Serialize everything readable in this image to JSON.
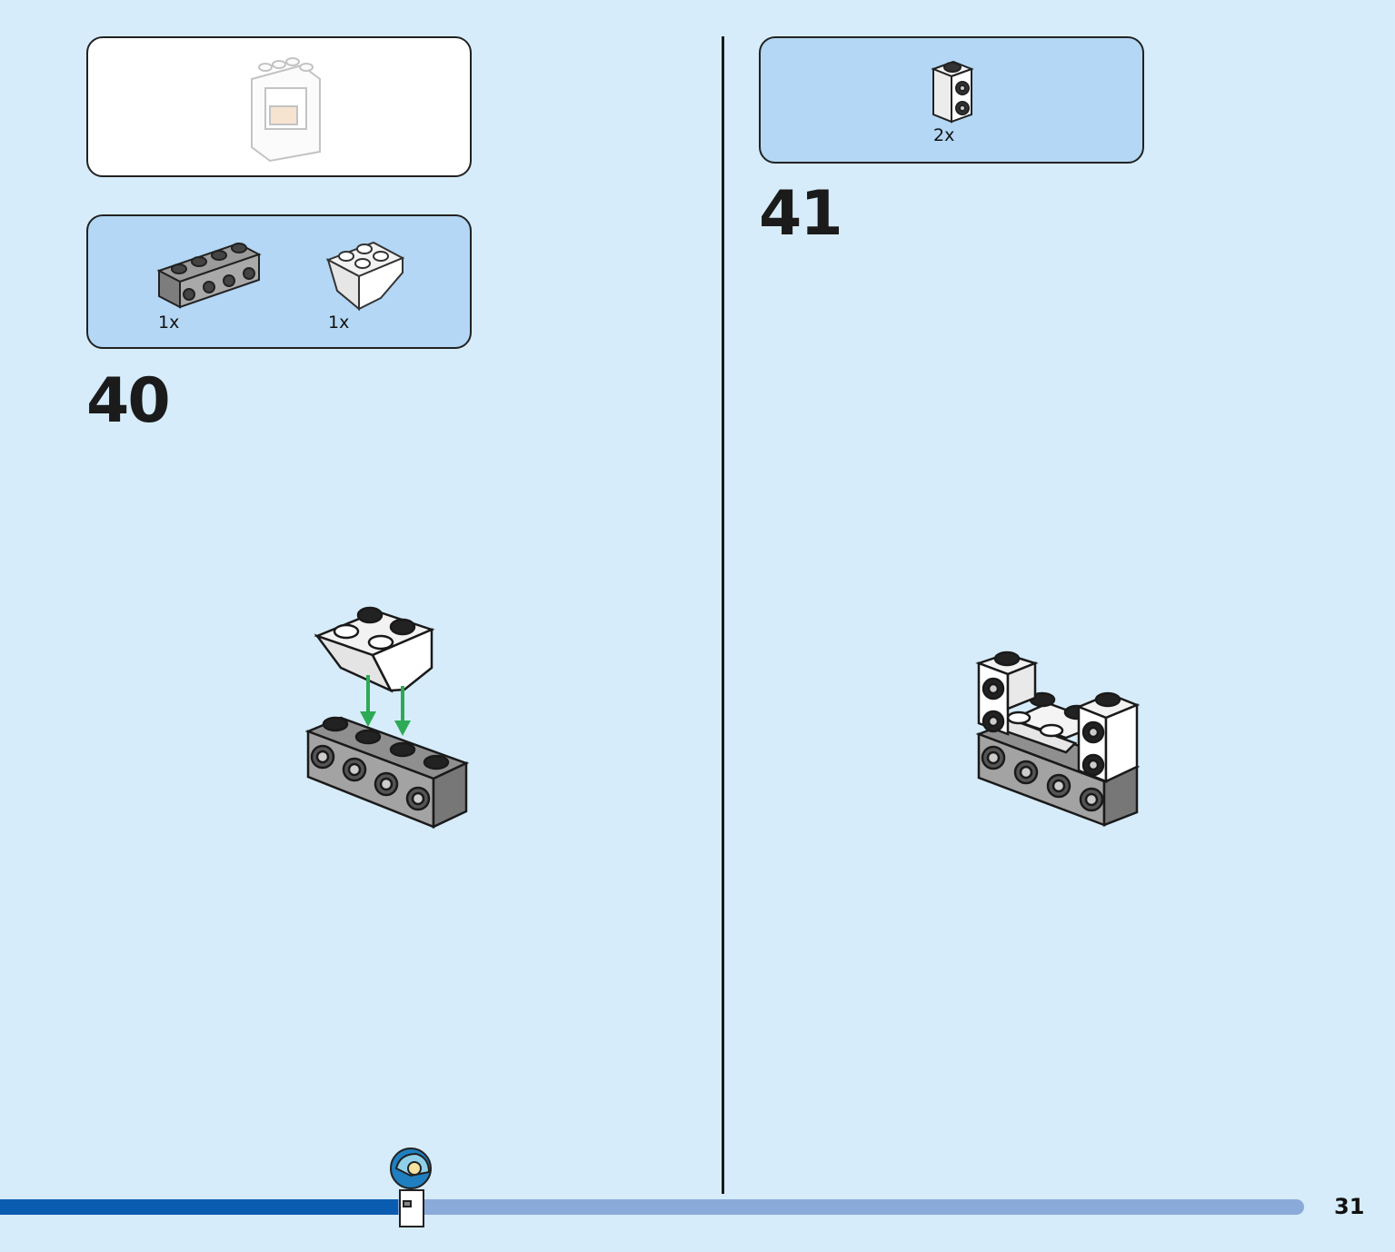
{
  "step_40": {
    "number": "40",
    "parts": [
      {
        "quantity": "1x",
        "icon": "gray-1x4-brick-with-side-studs-icon"
      },
      {
        "quantity": "1x",
        "icon": "white-inverted-slope-2x2-icon"
      }
    ]
  },
  "step_41": {
    "number": "41",
    "parts": [
      {
        "quantity": "2x",
        "icon": "white-1x1-brick-with-side-studs-icon"
      }
    ]
  },
  "progress": {
    "fraction": 0.305
  },
  "page_number": "31",
  "colors": {
    "page_background": "#d6ecfa",
    "parts_box": "#b3d7f4",
    "progress_fill": "#0a5cb0",
    "progress_track": "#8aaad9",
    "arrow": "#2daa55"
  }
}
